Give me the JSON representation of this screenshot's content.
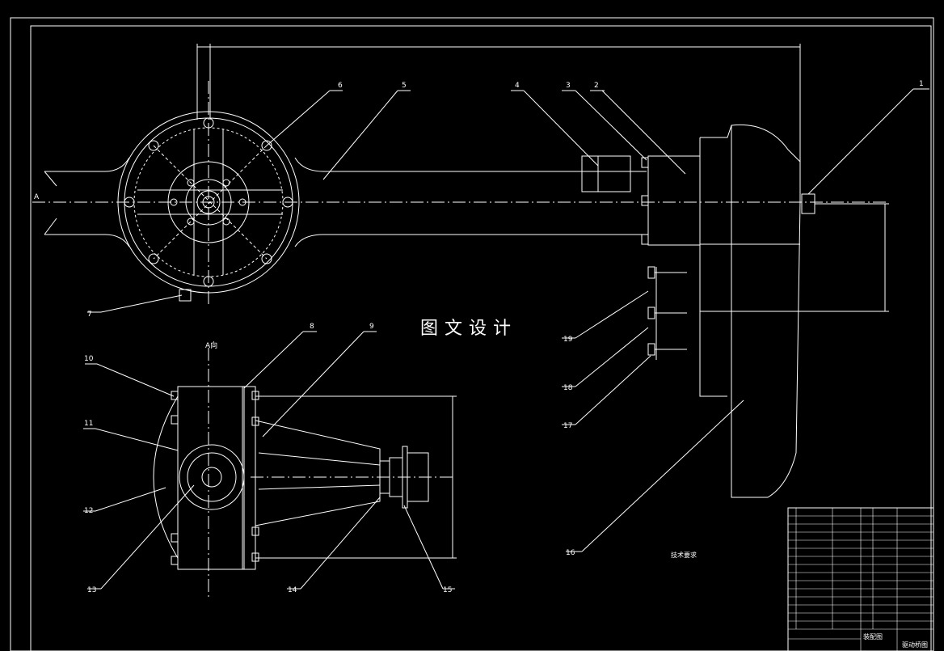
{
  "watermark": "图文设计",
  "balloons": [
    "1",
    "2",
    "3",
    "4",
    "5",
    "6",
    "7",
    "8",
    "9",
    "10",
    "11",
    "12",
    "13",
    "14",
    "15",
    "16",
    "17",
    "18",
    "19"
  ],
  "section_label": "A",
  "view_label": "A向",
  "tech_requirements": {
    "title": "技术要求"
  },
  "title_block": {
    "drawing_type": "装配图",
    "drawing_name": "驱动桥图"
  },
  "colors": {
    "background": "#000000",
    "line": "#ffffff"
  }
}
